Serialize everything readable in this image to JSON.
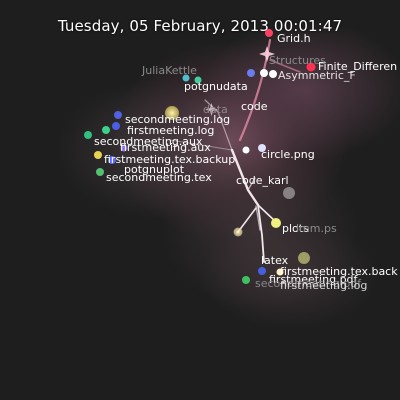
{
  "timestamp": "Tuesday, 05 February, 2013 00:01:47",
  "colors": {
    "background": "#1e1e1e",
    "glow_pink": "#6a4a55",
    "edge": "#f2e6ea",
    "label": "#ffffff",
    "label_faded": "#8a8a8a"
  },
  "labels": {
    "grid_h": "Grid.h",
    "structures": "Structures",
    "finite_difference": "Finite_Differen",
    "asymmetric": "Asymmetric_F",
    "julia_kettle": "JuliaKettle",
    "potgnudata": "potgnudata",
    "data": "data",
    "code": "code",
    "secondmeeting_log": "secondmeeting.log",
    "firstmeeting_log": "firstmeeting.log",
    "secondmeeting_aux": "secondmeeting.aux",
    "firstmeeting_aux": "firstmeeting.aux",
    "firstmeeting_tex_backup": "firstmeeting.tex.backup",
    "potgnuplot": "potgnuplot",
    "secondmeeting_tex": "secondmeeting.tex",
    "circle_png": "circle.png",
    "code_karl": "code_karl",
    "plots": "plots",
    "lmm_ps": "lmm.ps",
    "latex": "latex",
    "firstmeeting_tex_back": "firstmeeting.tex.back",
    "firstmeeting_pdf": "firstmeeting.pdf",
    "secondmeeting_pdf": "secondmeeting.pdf",
    "firstmeeting_log_2": "firstmeeting.log"
  }
}
